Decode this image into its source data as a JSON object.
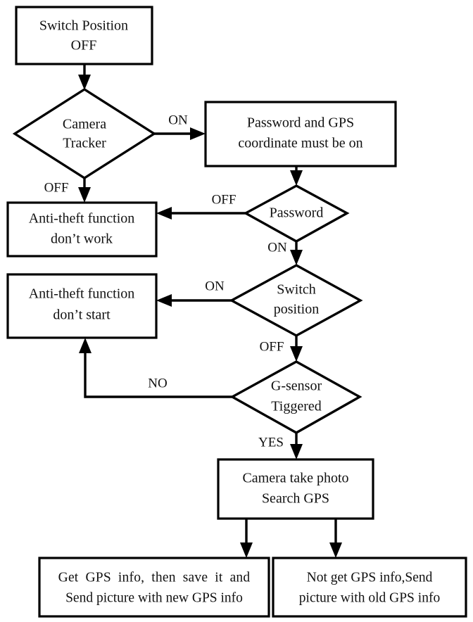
{
  "diagram": {
    "type": "flowchart",
    "title": "Anti-theft camera tracker flowchart",
    "colors": {
      "stroke": "#000000",
      "fill": "#ffffff",
      "text": "#111111",
      "background": "#ffffff"
    },
    "nodes": [
      {
        "id": "switch-position-off",
        "shape": "process",
        "lines": [
          "Switch Position",
          "OFF"
        ]
      },
      {
        "id": "camera-tracker",
        "shape": "decision",
        "lines": [
          "Camera",
          "Tracker"
        ]
      },
      {
        "id": "password-gps-on",
        "shape": "process",
        "lines": [
          "Password and GPS",
          "coordinate must be on"
        ]
      },
      {
        "id": "password",
        "shape": "decision",
        "lines": [
          "Password"
        ]
      },
      {
        "id": "anti-theft-dont-work",
        "shape": "process",
        "lines": [
          "Anti-theft function",
          "don’t work"
        ]
      },
      {
        "id": "switch-position",
        "shape": "decision",
        "lines": [
          "Switch",
          "position"
        ]
      },
      {
        "id": "anti-theft-dont-start",
        "shape": "process",
        "lines": [
          "Anti-theft function",
          "don’t start"
        ]
      },
      {
        "id": "g-sensor-triggered",
        "shape": "decision",
        "lines": [
          "G-sensor",
          "Tiggered"
        ]
      },
      {
        "id": "camera-take-photo",
        "shape": "process",
        "lines": [
          "Camera take photo",
          "Search GPS"
        ]
      },
      {
        "id": "get-gps-info",
        "shape": "process",
        "lines": [
          "Get GPS info, then save it and",
          "Send picture with new GPS info"
        ]
      },
      {
        "id": "not-get-gps-info",
        "shape": "process",
        "lines": [
          "Not get GPS info,Send",
          "picture with old GPS info"
        ]
      }
    ],
    "edges": [
      {
        "id": "e1",
        "from": "switch-position-off",
        "to": "camera-tracker",
        "label": ""
      },
      {
        "id": "e2",
        "from": "camera-tracker",
        "to": "password-gps-on",
        "label": "ON"
      },
      {
        "id": "e3",
        "from": "camera-tracker",
        "to": "anti-theft-dont-work",
        "label": "OFF"
      },
      {
        "id": "e4",
        "from": "password-gps-on",
        "to": "password",
        "label": ""
      },
      {
        "id": "e5",
        "from": "password",
        "to": "anti-theft-dont-work",
        "label": "OFF"
      },
      {
        "id": "e6",
        "from": "password",
        "to": "switch-position",
        "label": "ON"
      },
      {
        "id": "e7",
        "from": "switch-position",
        "to": "anti-theft-dont-start",
        "label": "ON"
      },
      {
        "id": "e8",
        "from": "switch-position",
        "to": "g-sensor-triggered",
        "label": "OFF"
      },
      {
        "id": "e9",
        "from": "g-sensor-triggered",
        "to": "anti-theft-dont-start",
        "label": "NO"
      },
      {
        "id": "e10",
        "from": "g-sensor-triggered",
        "to": "camera-take-photo",
        "label": "YES"
      },
      {
        "id": "e11",
        "from": "camera-take-photo",
        "to": "get-gps-info",
        "label": ""
      },
      {
        "id": "e12",
        "from": "camera-take-photo",
        "to": "not-get-gps-info",
        "label": ""
      }
    ],
    "edge_labels": {
      "camera_tracker_on": "ON",
      "camera_tracker_off": "OFF",
      "password_off": "OFF",
      "password_on": "ON",
      "switch_position_on": "ON",
      "switch_position_off": "OFF",
      "g_sensor_no": "NO",
      "g_sensor_yes": "YES"
    }
  }
}
